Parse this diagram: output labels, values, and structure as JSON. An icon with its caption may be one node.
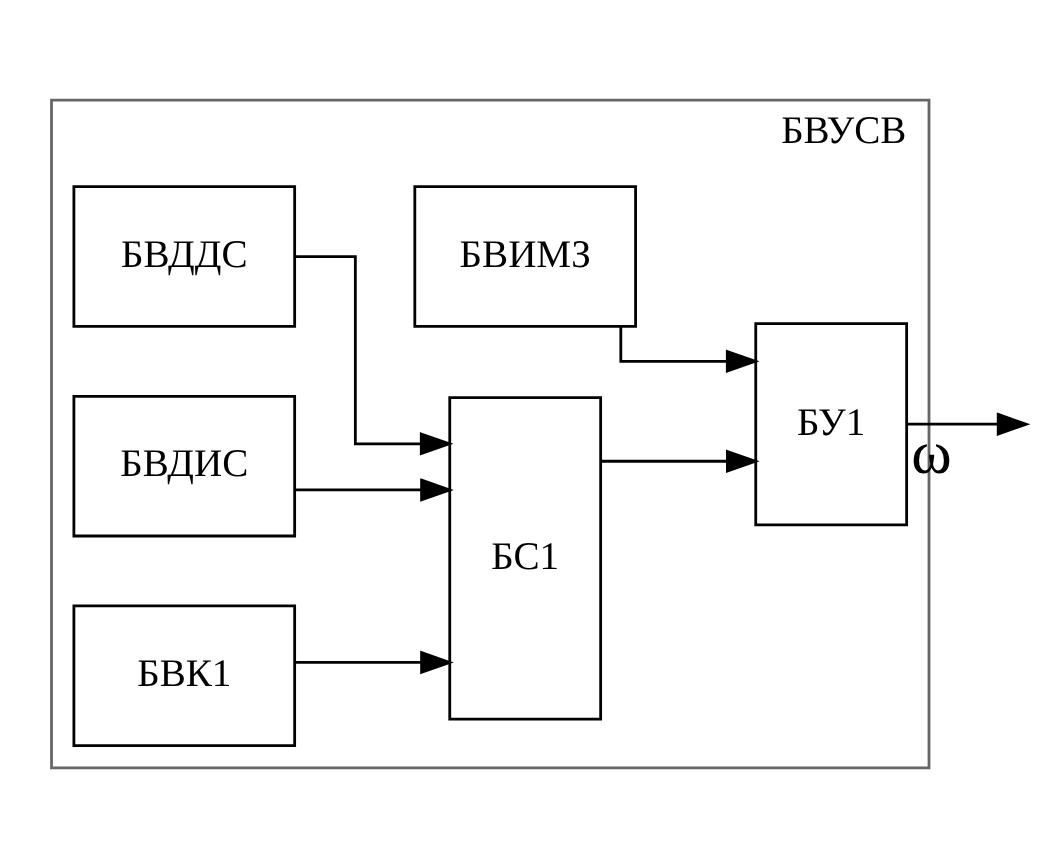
{
  "diagram": {
    "nodes": [
      {
        "text": [
          "БВУСВ"
        ]
      },
      {
        "text": [
          "БВИМЗ"
        ],
        "in": 0
      },
      {
        "text": [
          "БВДДС"
        ],
        "in": 0
      },
      {
        "text": [
          "БВДИС"
        ],
        "in": 0
      },
      {
        "text": [
          "БВК1"
        ],
        "in": 0
      },
      {
        "text": [
          "БС1"
        ],
        "in": 0
      },
      {
        "text": [
          "БУ1"
        ],
        "in": 0
      }
    ],
    "edges": [
      {
        "from": 2,
        "to": 5,
        "arrow": "to"
      },
      {
        "from": 3,
        "to": 5,
        "arrow": "to"
      },
      {
        "from": 4,
        "to": 5,
        "arrow": "to"
      },
      {
        "from": 1,
        "to": 6,
        "arrow": "to"
      },
      {
        "from": 5,
        "to": 6,
        "arrow": "to"
      },
      {
        "from": 6,
        "to": null,
        "arrow": "to",
        "label": "ω"
      }
    ]
  }
}
